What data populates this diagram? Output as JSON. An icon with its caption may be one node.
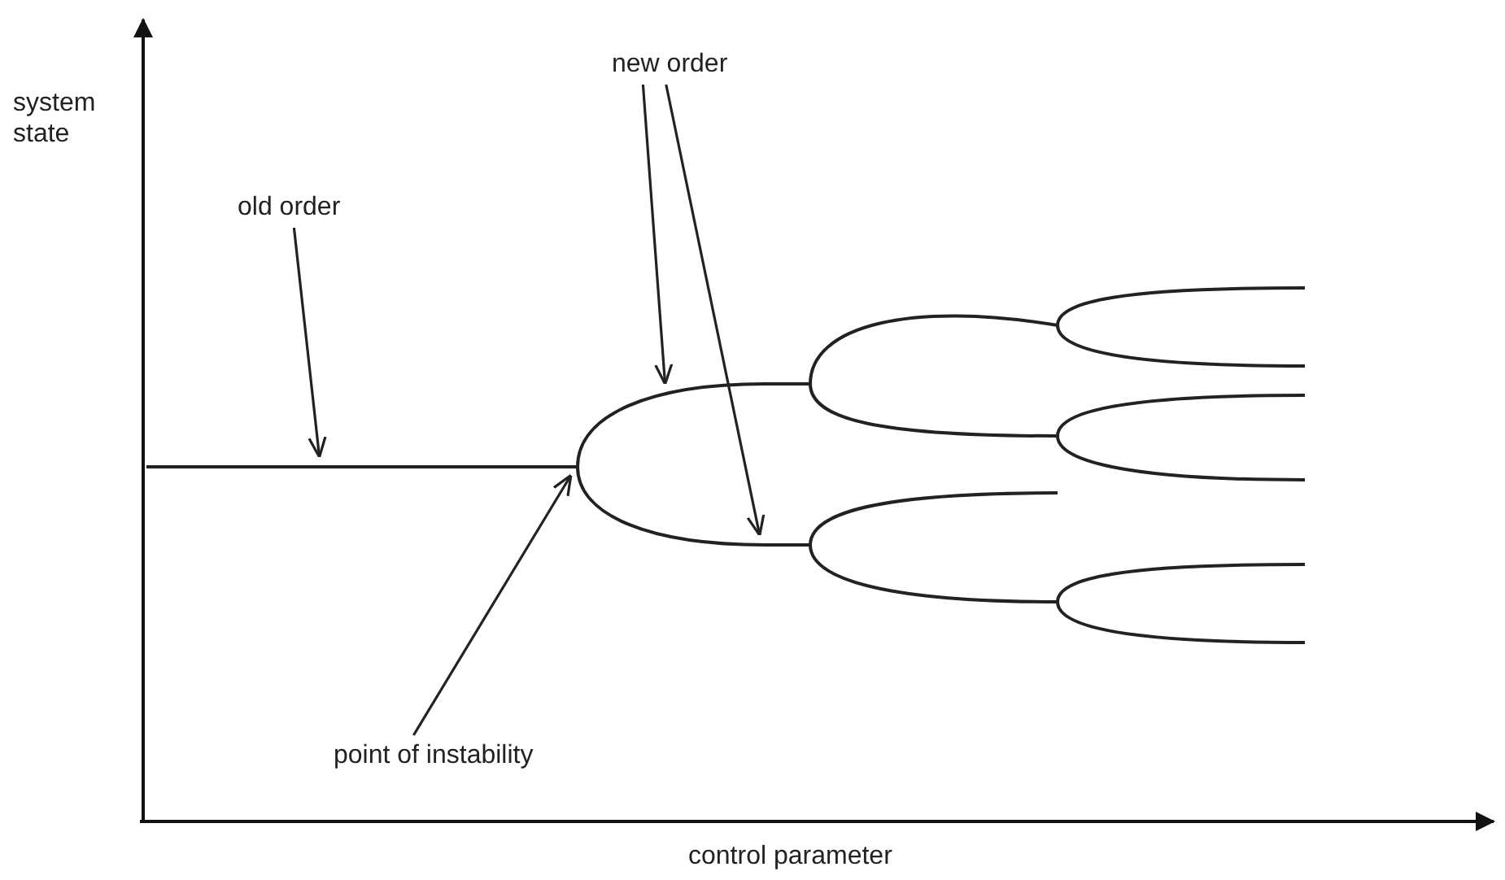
{
  "diagram": {
    "nodes": [
      {
        "text": [
          "old order"
        ]
      },
      {
        "text": [
          "new order"
        ]
      },
      {
        "text": [
          "point of instability"
        ]
      },
      {
        "text": [],
        "shape": "line"
      },
      {
        "text": [],
        "shape": "curve"
      },
      {
        "text": [],
        "shape": "curve"
      }
    ],
    "edges": [
      {
        "from": 0,
        "to": 3,
        "arrow": "to"
      },
      {
        "from": 1,
        "to": 4,
        "arrow": "to"
      },
      {
        "from": 1,
        "to": 5,
        "arrow": "to"
      },
      {
        "from": 2,
        "to": 3,
        "arrow": "to"
      }
    ],
    "labels": [
      "system state",
      "control parameter"
    ]
  }
}
